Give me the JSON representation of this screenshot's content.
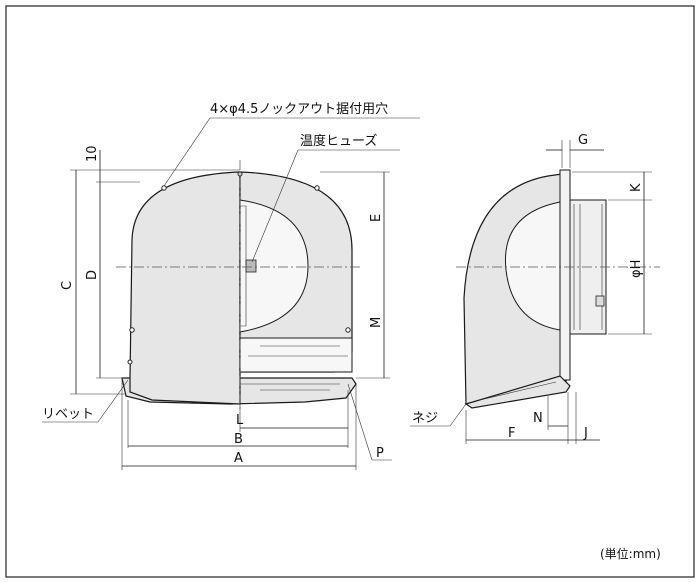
{
  "labels": {
    "knockout": "4×φ4.5ノックアウト据付用穴",
    "fuse": "温度ヒューズ",
    "rivet": "リベット",
    "screw": "ネジ",
    "unit": "(単位:mm)"
  },
  "dims": {
    "A": "A",
    "B": "B",
    "C": "C",
    "D": "D",
    "E": "E",
    "F": "F",
    "G": "G",
    "H": "φH",
    "J": "J",
    "K": "K",
    "L": "L",
    "M": "M",
    "N": "N",
    "P": "P",
    "ten": "10"
  }
}
